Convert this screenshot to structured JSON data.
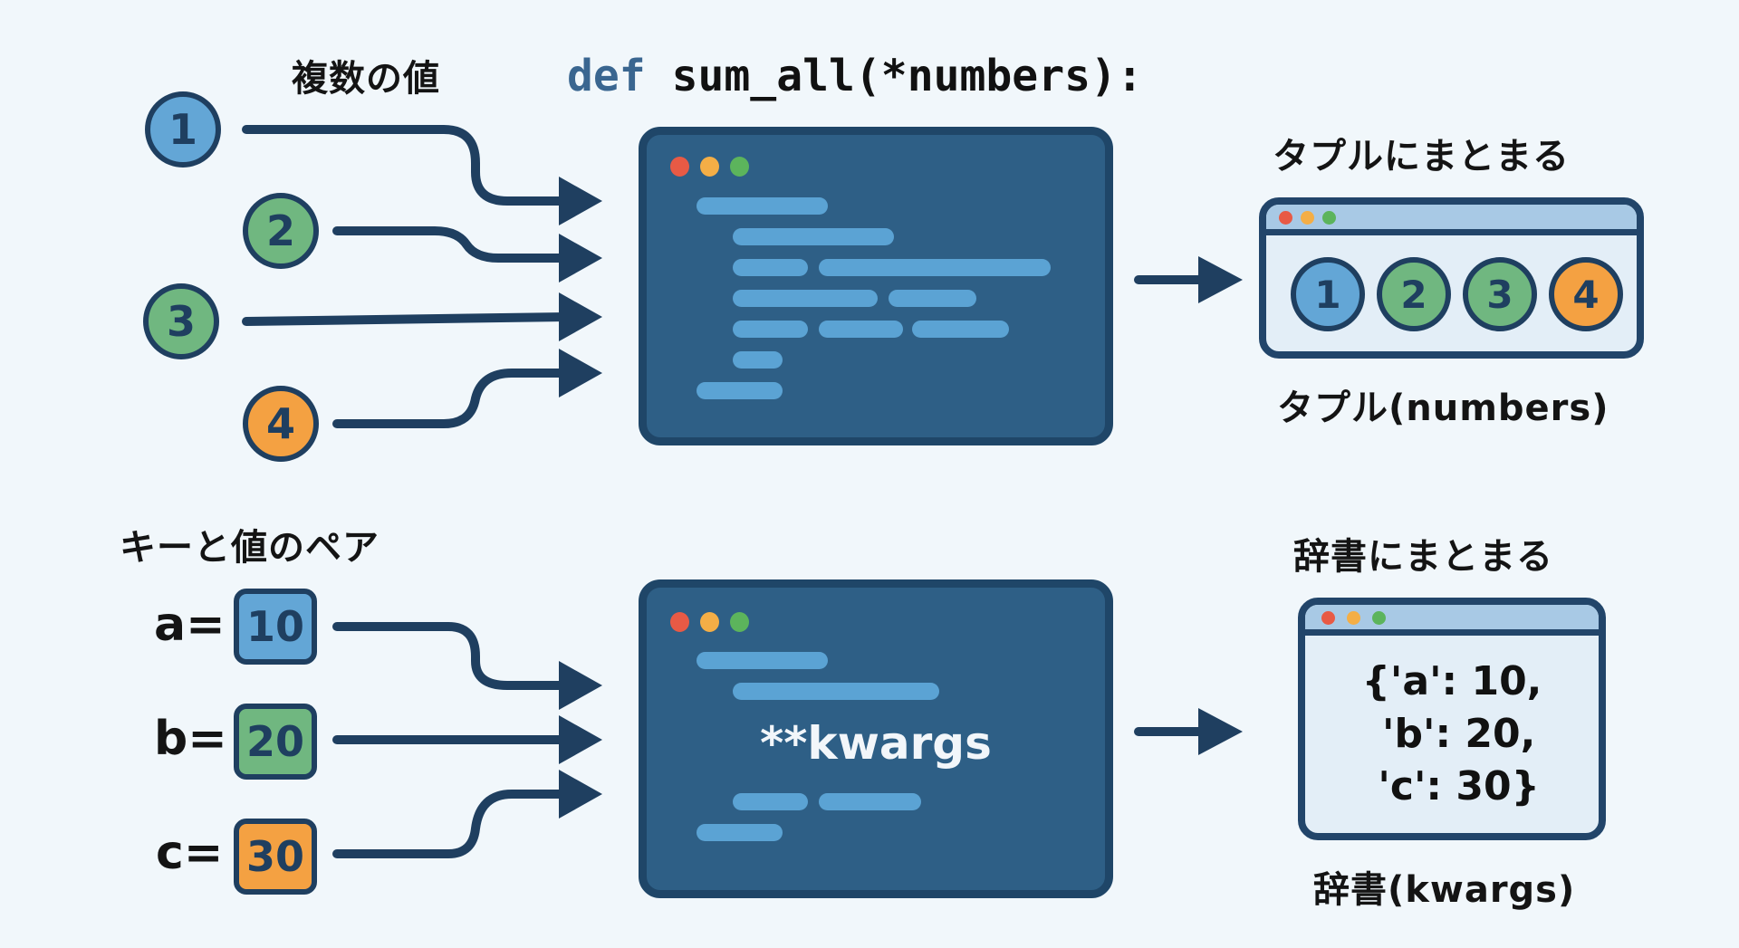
{
  "top": {
    "input_label": "複数の値",
    "signature": {
      "keyword": "def",
      "rest": "sum_all(*numbers):"
    },
    "inputs": [
      {
        "value": "1",
        "color": "blue"
      },
      {
        "value": "2",
        "color": "green"
      },
      {
        "value": "3",
        "color": "green"
      },
      {
        "value": "4",
        "color": "orange"
      }
    ],
    "result_heading": "タプルにまとまる",
    "result_items": [
      {
        "value": "1",
        "color": "blue"
      },
      {
        "value": "2",
        "color": "green"
      },
      {
        "value": "3",
        "color": "green"
      },
      {
        "value": "4",
        "color": "orange"
      }
    ],
    "result_caption": "タプル(numbers)"
  },
  "bottom": {
    "input_label": "キーと値のペア",
    "pairs": [
      {
        "key": "a=",
        "value": "10",
        "color": "blue"
      },
      {
        "key": "b=",
        "value": "20",
        "color": "green"
      },
      {
        "key": "c=",
        "value": "30",
        "color": "orange"
      }
    ],
    "code_label": "**kwargs",
    "result_heading": "辞書にまとまる",
    "dict_lines": [
      "{'a': 10,",
      " 'b': 20,",
      " 'c': 30}"
    ],
    "result_caption": "辞書(kwargs)"
  },
  "colors": {
    "background": "#f1f7fb",
    "ink": "#1f3f60",
    "code_window": "#2e5f86",
    "code_bar": "#5ba3d4",
    "blue": "#63a6d6",
    "green": "#70b780",
    "orange": "#f4a142",
    "keyword": "#3a6690"
  },
  "icons": {
    "window_controls": [
      "close-dot-red",
      "minimize-dot-yellow",
      "maximize-dot-green"
    ],
    "arrow": "arrow-right-icon"
  }
}
